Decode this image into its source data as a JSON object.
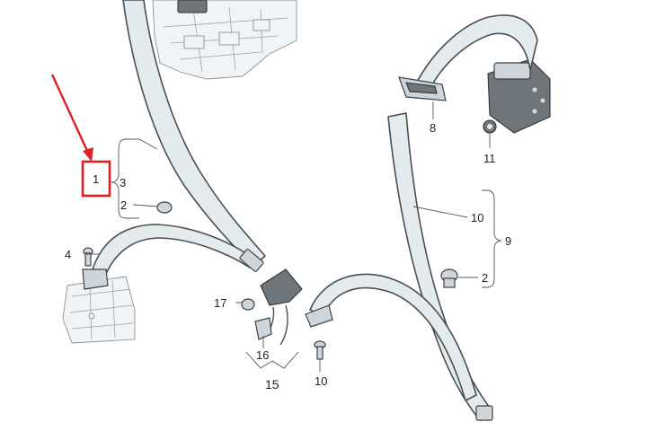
{
  "callouts": {
    "c1": "1",
    "c2_left": "2",
    "c2_right": "2",
    "c3": "3",
    "c4": "4",
    "c8": "8",
    "c9": "9",
    "c10_upper": "10",
    "c10_lower": "10",
    "c11": "11",
    "c15": "15",
    "c16": "16",
    "c17": "17"
  },
  "colors": {
    "highlight": "#e02020",
    "belt_fill": "#e4ebef",
    "outline": "#4a4f55"
  }
}
